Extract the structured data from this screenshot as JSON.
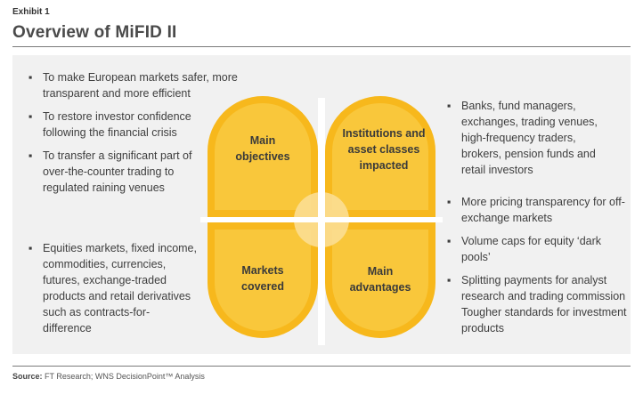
{
  "header": {
    "exhibit": "Exhibit 1",
    "title": "Overview of MiFID II"
  },
  "quadrants": {
    "objectives": {
      "label": "Main objectives",
      "label_lines": [
        "Main",
        "objectives"
      ],
      "bullets": [
        "To make European markets safer, more transparent and more efficient",
        "To restore investor confidence following the financial crisis",
        "To transfer a significant part of over-the-counter trading to regulated raining venues"
      ]
    },
    "institutions": {
      "label": "Institutions and asset classes impacted",
      "label_lines": [
        "Institutions and",
        "asset classes",
        "impacted"
      ],
      "bullets": [
        "Banks, fund managers, exchanges, trading venues, high-frequency traders, brokers, pension funds and retail investors"
      ]
    },
    "markets": {
      "label": "Markets covered",
      "label_lines": [
        "Markets",
        "covered"
      ],
      "bullets": [
        "Equities markets, fixed income, commodities, currencies, futures, exchange-traded products and retail derivatives such as contracts-for- difference"
      ]
    },
    "advantages": {
      "label": "Main advantages",
      "label_lines": [
        "Main",
        "advantages"
      ],
      "bullets": [
        "More pricing transparency for off-exchange markets",
        "Volume caps for equity ‘dark pools’",
        "Splitting payments for analyst research and trading commission Tougher standards for investment products"
      ]
    }
  },
  "footer": {
    "source_label": "Source:",
    "source_text": " FT Research; WNS DecisionPoint™ Analysis"
  },
  "colors": {
    "petal_outer": "#f7b81c",
    "petal_inner": "#f9c73b",
    "center": "#fbde93",
    "panel": "#f1f1f1",
    "bullet_marker": "▪"
  }
}
